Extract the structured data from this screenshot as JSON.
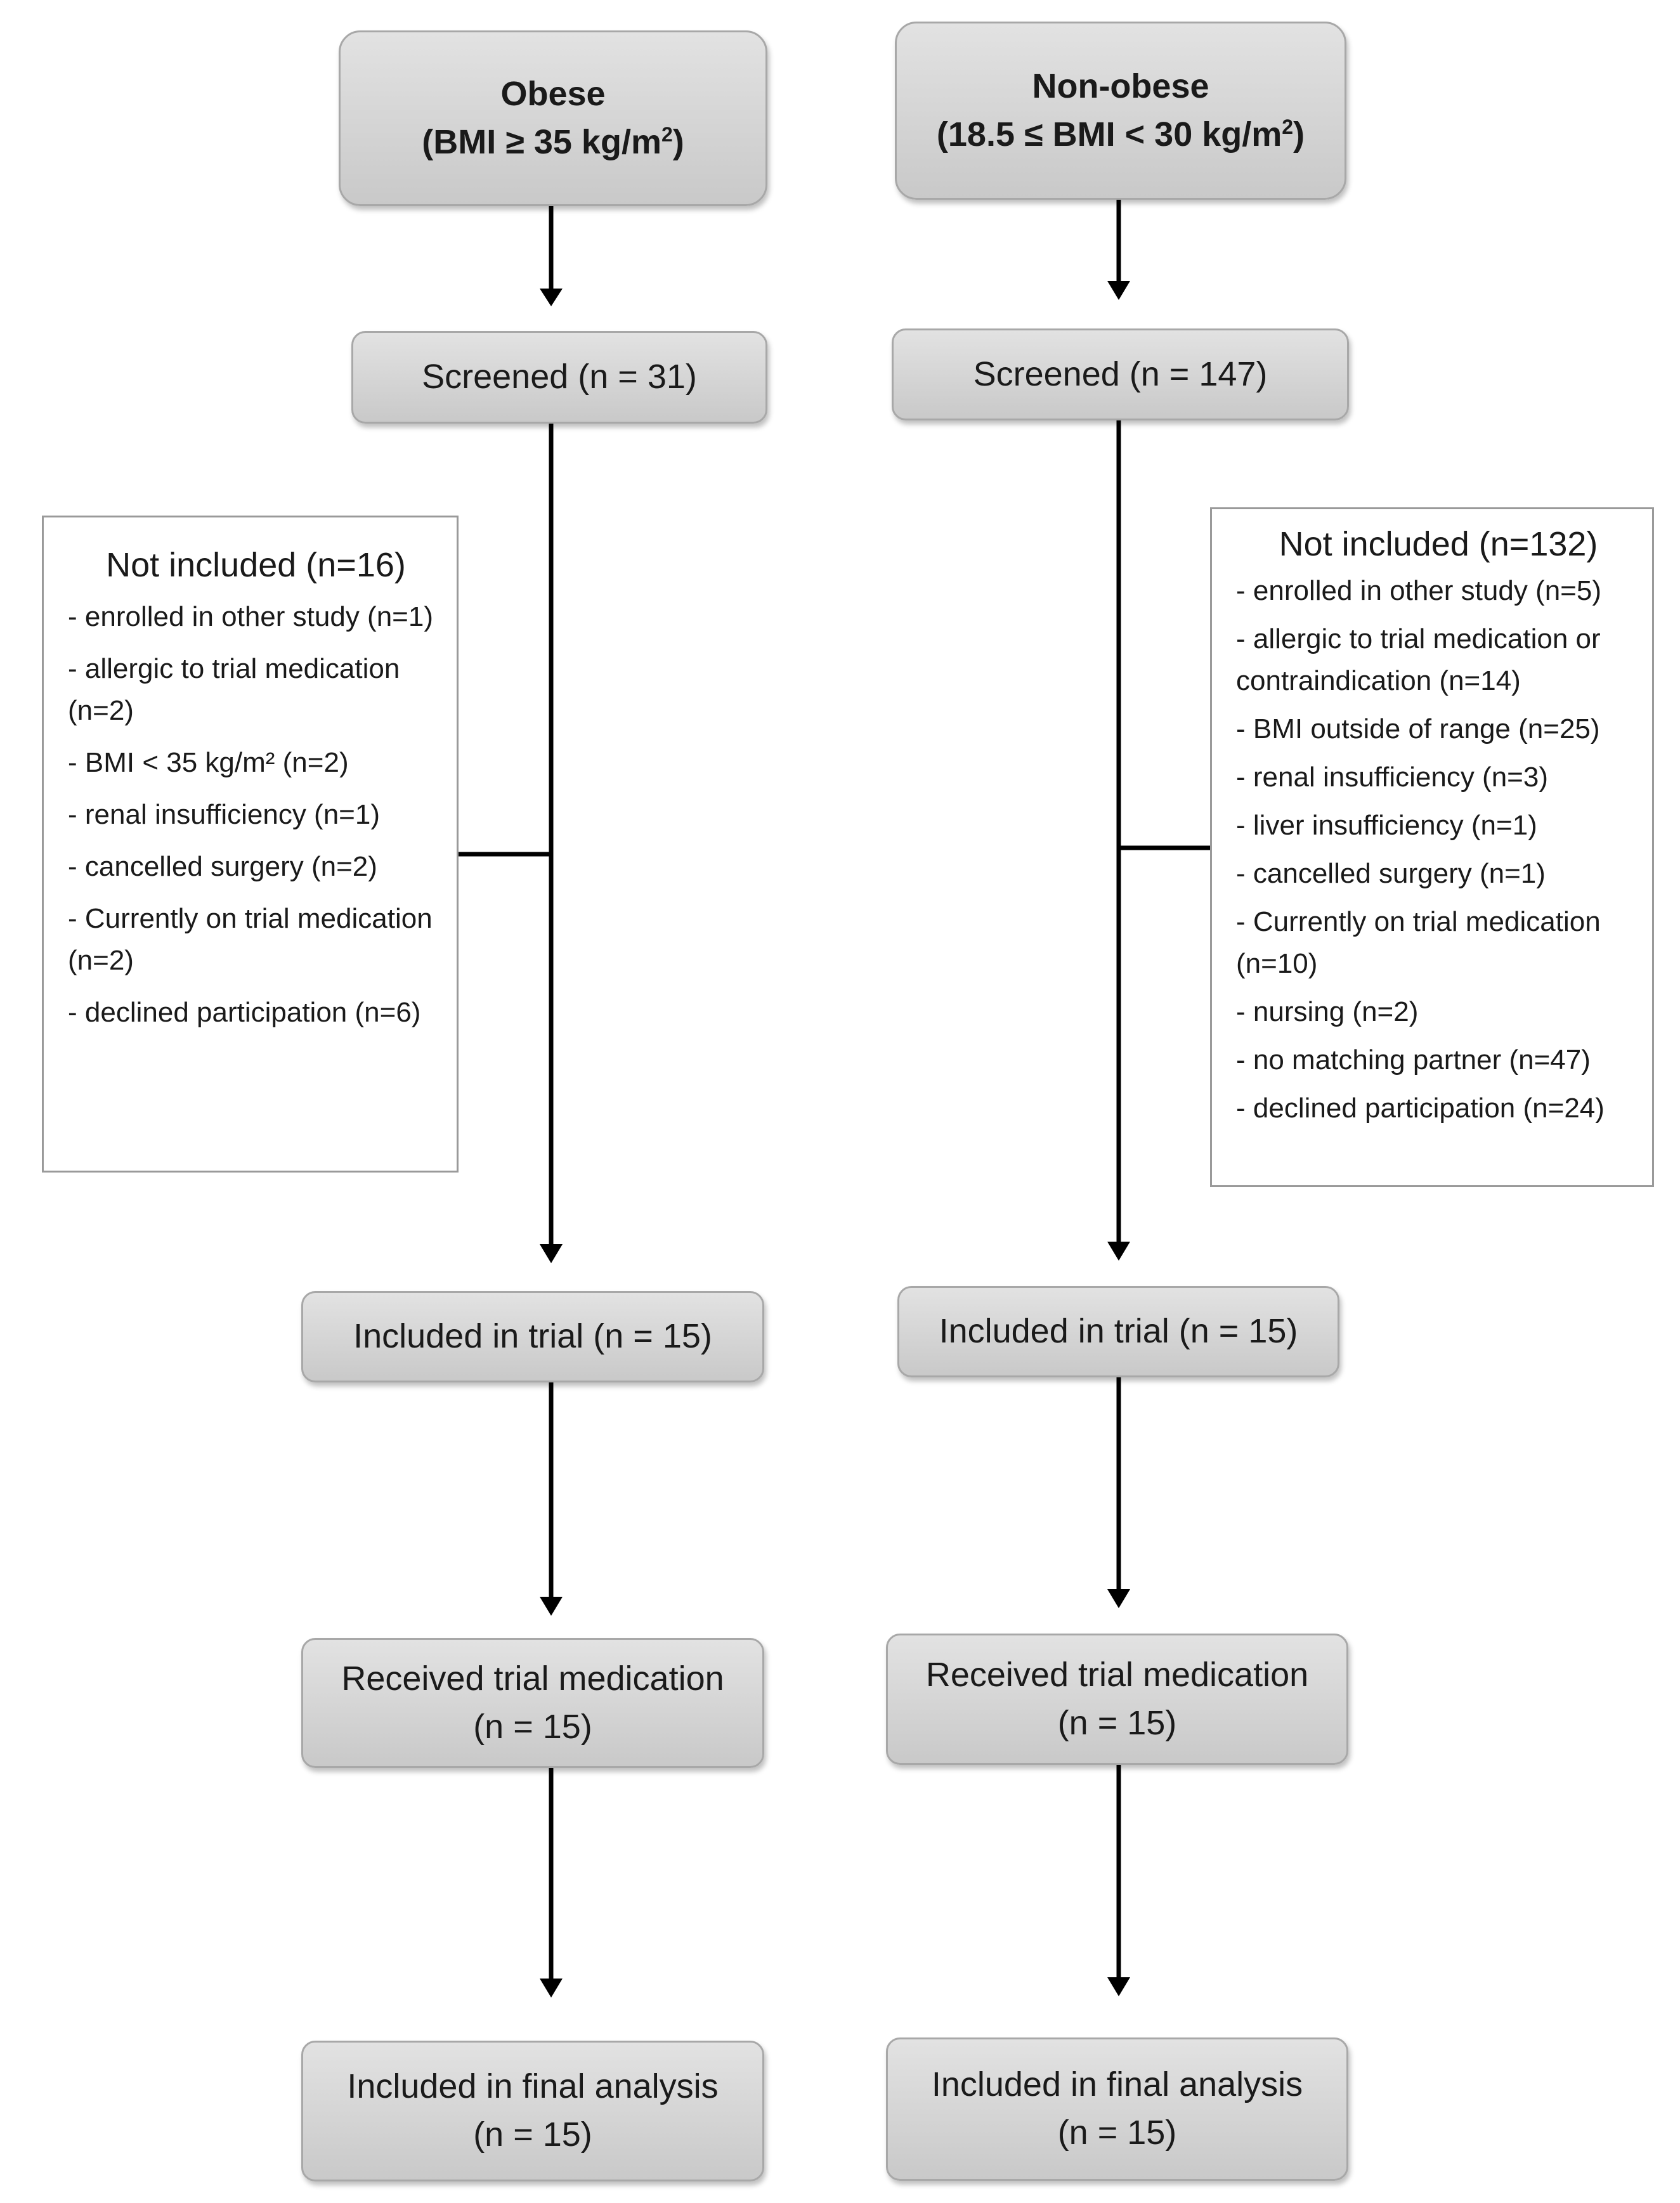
{
  "left": {
    "group_line1": "Obese",
    "group_line2_pre": "(BMI ≥ 35 kg/m",
    "group_line2_sup": "2",
    "group_line2_post": ")",
    "screened": "Screened (n = 31)",
    "not_included": {
      "title": "Not included (n=16)",
      "items": [
        "enrolled in other study (n=1)",
        "allergic to trial medication (n=2)",
        "BMI < 35 kg/m² (n=2)",
        "renal insufficiency (n=1)",
        "cancelled surgery (n=2)",
        "Currently on trial medication (n=2)",
        "declined participation (n=6)"
      ]
    },
    "included": "Included in trial (n = 15)",
    "received_line1": "Received trial medication",
    "received_line2": "(n = 15)",
    "final_line1": "Included in final analysis",
    "final_line2": "(n = 15)"
  },
  "right": {
    "group_line1": "Non-obese",
    "group_line2_pre": "(18.5 ≤ BMI < 30 kg/m",
    "group_line2_sup": "2",
    "group_line2_post": ")",
    "screened": "Screened (n = 147)",
    "not_included": {
      "title": "Not included (n=132)",
      "items": [
        "enrolled in other study (n=5)",
        "allergic to trial medication or contraindication (n=14)",
        "BMI outside of range (n=25)",
        "renal insufficiency (n=3)",
        "liver insufficiency (n=1)",
        "cancelled surgery (n=1)",
        "Currently on trial medication (n=10)",
        "nursing (n=2)",
        "no matching partner (n=47)",
        "declined participation (n=24)"
      ]
    },
    "included": "Included in trial (n = 15)",
    "received_line1": "Received trial medication",
    "received_line2": "(n = 15)",
    "final_line1": "Included in final analysis",
    "final_line2": "(n = 15)"
  }
}
